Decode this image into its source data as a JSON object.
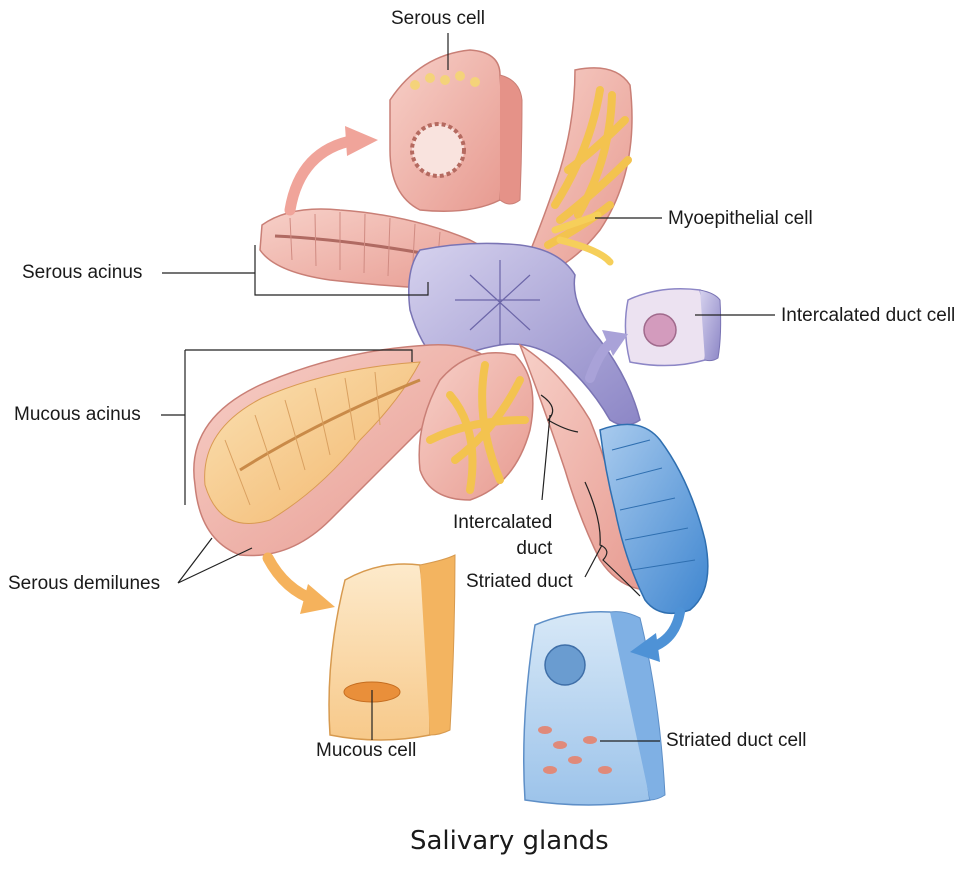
{
  "title": "Salivary glands",
  "labels": {
    "serous_cell": "Serous cell",
    "myoepithelial_cell": "Myoepithelial cell",
    "serous_acinus": "Serous acinus",
    "intercalated_duct_cell": "Intercalated duct cell",
    "mucous_acinus": "Mucous acinus",
    "intercalated_duct_line1": "Intercalated",
    "intercalated_duct_line2": "duct",
    "striated_duct": "Striated duct",
    "serous_demilunes": "Serous demilunes",
    "mucous_cell": "Mucous cell",
    "striated_duct_cell": "Striated duct cell"
  },
  "colors": {
    "serous_pink": "#f2b3a8",
    "mucous_orange": "#f7c98a",
    "myoepithelial_yellow": "#f9d77a",
    "intercalated_lavender": "#b3aedb",
    "striated_blue": "#6fa7dc",
    "arrow_pink": "#f0a49a",
    "arrow_orange": "#f5b25c",
    "arrow_lavender": "#a9a2d8",
    "arrow_blue": "#4e92d6"
  }
}
